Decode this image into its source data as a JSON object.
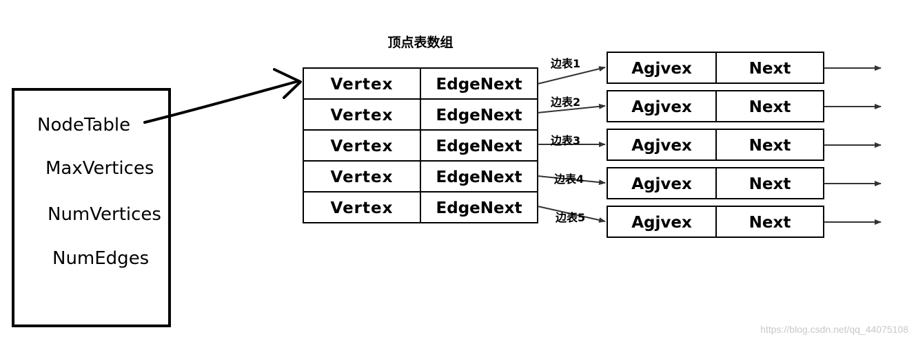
{
  "graph_struct": {
    "fields": [
      "NodeTable",
      "MaxVertices",
      "NumVertices",
      "NumEdges"
    ]
  },
  "vertex_array": {
    "title": "顶点表数组",
    "rows": [
      {
        "vertex": "Vertex",
        "edge_next": "EdgeNext"
      },
      {
        "vertex": "Vertex",
        "edge_next": "EdgeNext"
      },
      {
        "vertex": "Vertex",
        "edge_next": "EdgeNext"
      },
      {
        "vertex": "Vertex",
        "edge_next": "EdgeNext"
      },
      {
        "vertex": "Vertex",
        "edge_next": "EdgeNext"
      }
    ]
  },
  "edge_nodes": [
    {
      "label": "边表1",
      "adjvex": "Agjvex",
      "next": "Next"
    },
    {
      "label": "边表2",
      "adjvex": "Agjvex",
      "next": "Next"
    },
    {
      "label": "边表3",
      "adjvex": "Agjvex",
      "next": "Next"
    },
    {
      "label": "边表4",
      "adjvex": "Agjvex",
      "next": "Next"
    },
    {
      "label": "边表5",
      "adjvex": "Agjvex",
      "next": "Next"
    }
  ],
  "watermark": "https://blog.csdn.net/qq_44075108",
  "colors": {
    "stroke": "#000000",
    "line": "#333333",
    "watermark": "#c8c8c8"
  }
}
